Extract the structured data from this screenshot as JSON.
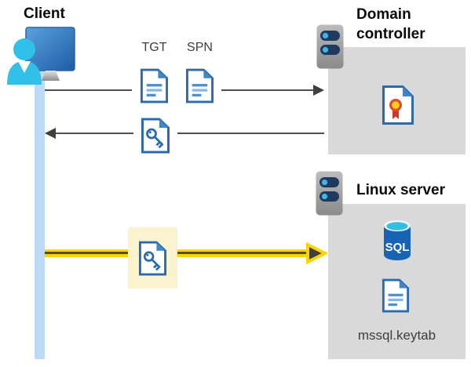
{
  "diagram": {
    "client": {
      "label": "Client"
    },
    "tickets": {
      "tgt": "TGT",
      "spn": "SPN"
    },
    "domain_controller": {
      "label": "Domain controller"
    },
    "linux_server": {
      "label": "Linux server",
      "sql_badge": "SQL",
      "keytab_filename": "mssql.keytab"
    },
    "colors": {
      "kerberos_yellow": "#ffd400",
      "highlight_cream": "#fbf3cd",
      "zone_gray": "#d9d9d9",
      "session_blue": "#bed9f6",
      "arrow_gray": "#3f3f3f",
      "icon_blue": "#2a6bb0",
      "fold_blue": "#4186c6",
      "sql_blue": "#1763b4",
      "sql_cyan": "#35bde2",
      "server_navy": "#1f3a61",
      "led_cyan": "#3db7e8",
      "person_cyan": "#31c1e8",
      "cert_red": "#d9402b",
      "cert_gold": "#ffd21e"
    }
  }
}
